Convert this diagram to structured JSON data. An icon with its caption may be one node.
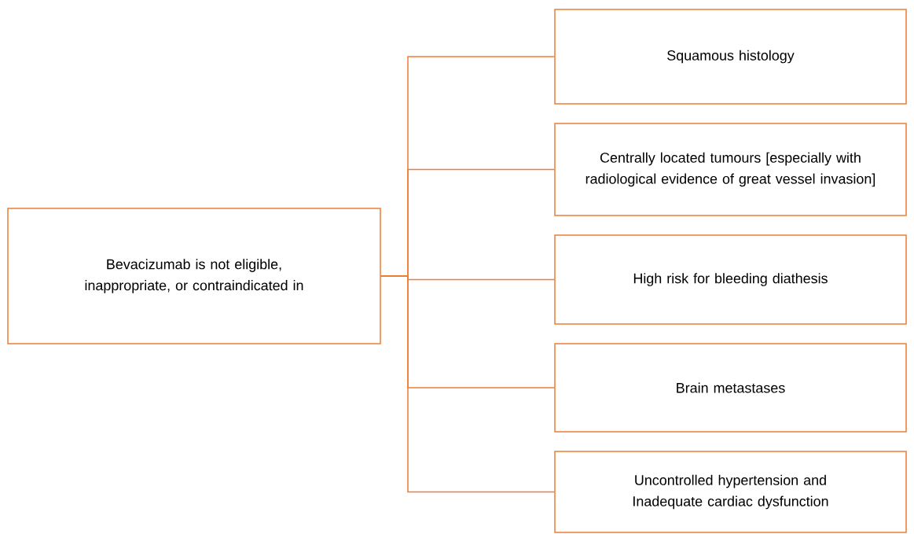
{
  "diagram": {
    "nodes": [
      {
        "text": [
          "Bevacizumab is not eligible, inappropriate, or contraindicated in"
        ]
      },
      {
        "text": [
          "Squamous histology"
        ]
      },
      {
        "text": [
          "Centrally located tumours [especially with radiological evidence of great vessel invasion]"
        ]
      },
      {
        "text": [
          "High risk for bleeding diathesis"
        ]
      },
      {
        "text": [
          "Brain metastases"
        ]
      },
      {
        "text": [
          "Uncontrolled hypertension and Inadequate cardiac dysfunction"
        ]
      }
    ],
    "edges": [
      {
        "from": 0,
        "to": 1,
        "arrow": "none"
      },
      {
        "from": 0,
        "to": 2,
        "arrow": "none"
      },
      {
        "from": 0,
        "to": 3,
        "arrow": "none"
      },
      {
        "from": 0,
        "to": 4,
        "arrow": "none"
      },
      {
        "from": 0,
        "to": 5,
        "arrow": "none"
      }
    ]
  }
}
